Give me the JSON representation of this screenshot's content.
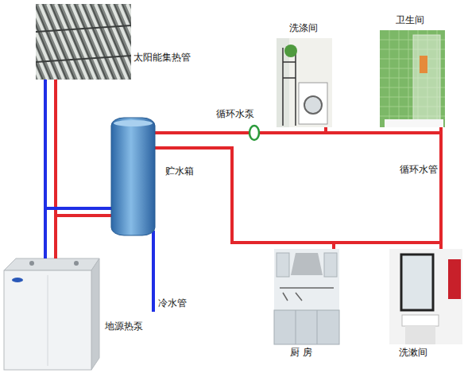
{
  "diagram": {
    "nodes": [
      {
        "text": [
          "太阳能集热管"
        ]
      },
      {
        "text": [
          "洗涤间"
        ]
      },
      {
        "text": [
          "卫生间"
        ]
      },
      {
        "text": [
          "循环水泵"
        ]
      },
      {
        "text": [
          "贮水箱"
        ]
      },
      {
        "text": [
          "厨 房"
        ]
      },
      {
        "text": [
          "洗漱间"
        ]
      },
      {
        "text": [
          "地源热泵"
        ]
      }
    ],
    "edges": [
      {
        "from": 0,
        "to": 7,
        "arrow": "none"
      },
      {
        "from": 0,
        "to": 7,
        "arrow": "none"
      },
      {
        "from": 0,
        "to": 4,
        "arrow": "none"
      },
      {
        "from": 7,
        "to": 4,
        "arrow": "none"
      },
      {
        "from": 4,
        "to": 3,
        "arrow": "none"
      },
      {
        "from": 3,
        "to": 1,
        "arrow": "none"
      },
      {
        "from": 3,
        "to": 2,
        "arrow": "none"
      },
      {
        "from": 2,
        "to": 6,
        "arrow": "none"
      },
      {
        "from": 4,
        "to": 5,
        "arrow": "none"
      },
      {
        "from": 5,
        "to": 6,
        "arrow": "none"
      }
    ],
    "labels": [
      "循环水管",
      "冷水管"
    ]
  }
}
